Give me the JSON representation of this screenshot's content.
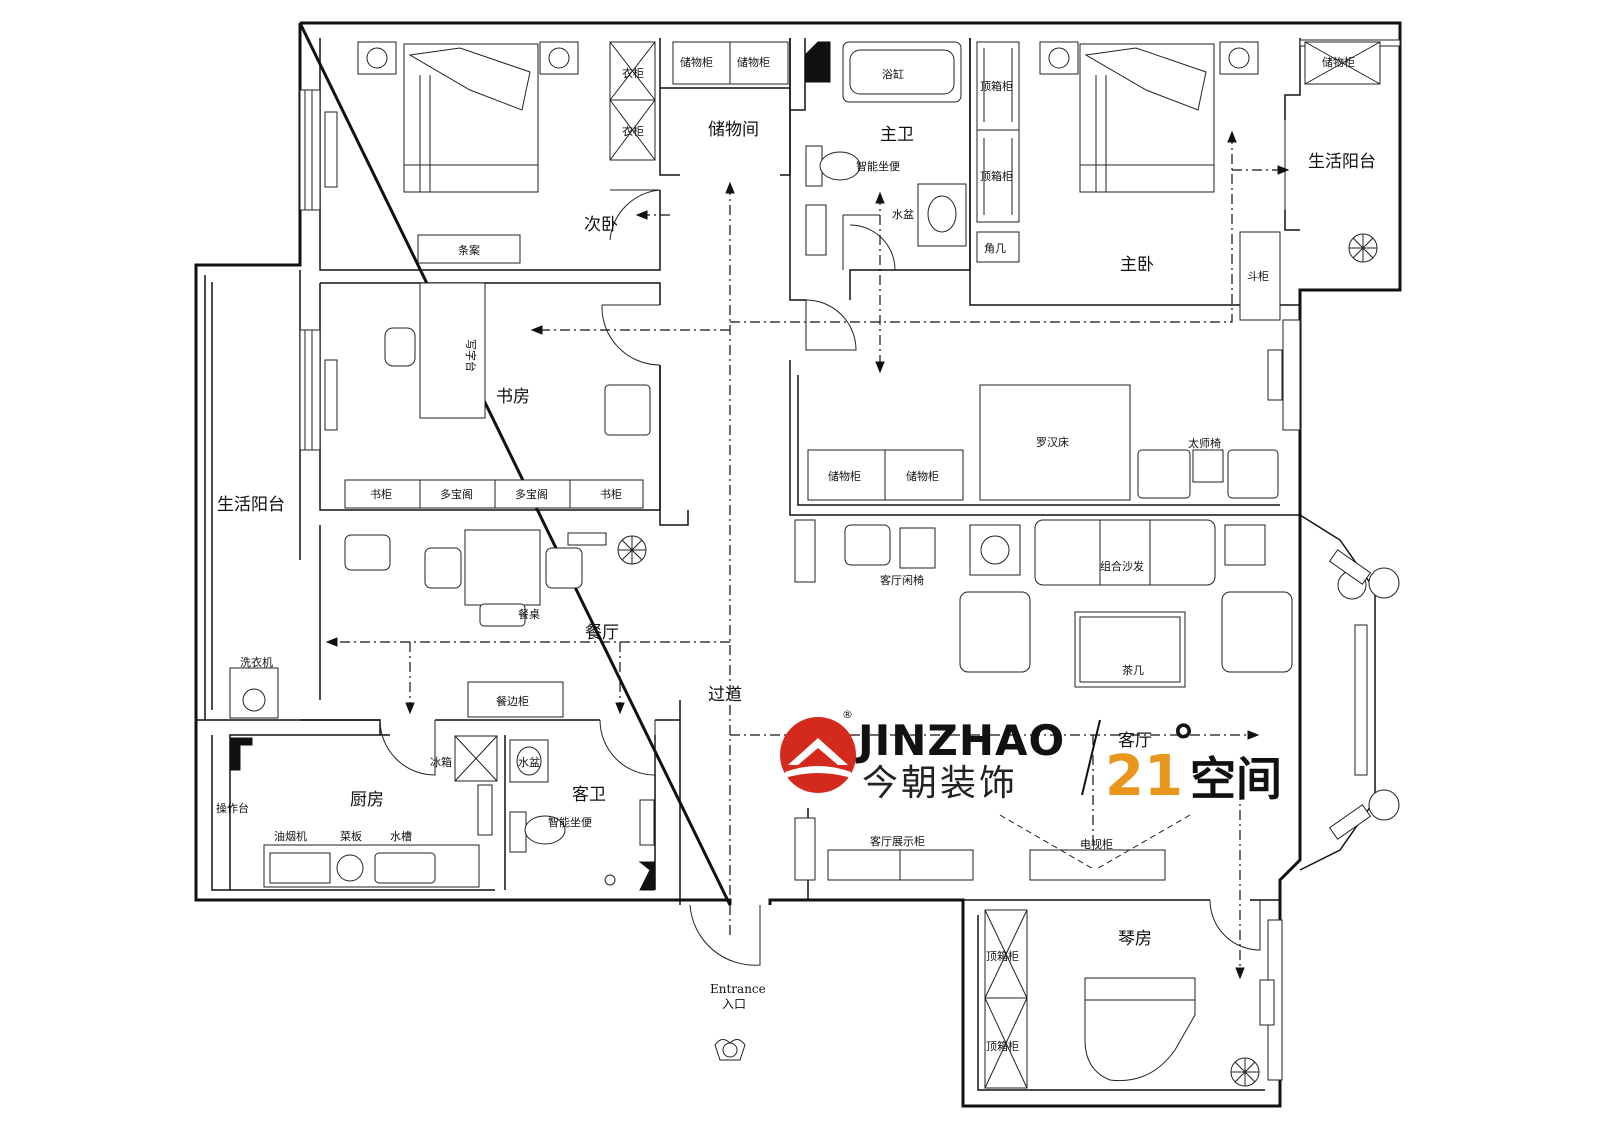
{
  "rooms": {
    "second_bedroom": "次卧",
    "storage_room": "储物间",
    "master_bath": "主卫",
    "master_bedroom": "主卧",
    "living_balcony_right": "生活阳台",
    "study": "书房",
    "living_balcony_left": "生活阳台",
    "dining": "餐厅",
    "corridor": "过道",
    "kitchen": "厨房",
    "guest_bath": "客卫",
    "living_room": "客厅",
    "piano_room": "琴房"
  },
  "furniture": {
    "wardrobe_1": "衣柜",
    "wardrobe_2": "衣柜",
    "console_table": "条案",
    "storage_cab_1": "储物柜",
    "storage_cab_2": "储物柜",
    "bathtub": "浴缸",
    "smart_toilet_master": "智能坐便",
    "basin_master": "水盆",
    "top_cab_1": "顶箱柜",
    "top_cab_2": "顶箱柜",
    "corner_table": "角几",
    "chest": "斗柜",
    "balcony_storage": "储物柜",
    "desk": "写字台",
    "bookcase_1": "书柜",
    "bookcase_2": "多宝阁",
    "bookcase_3": "多宝阁",
    "bookcase_4": "书柜",
    "luohan_bed": "罗汉床",
    "taishi_chair": "太师椅",
    "storage_cab_3": "储物柜",
    "storage_cab_4": "储物柜",
    "dining_table": "餐桌",
    "living_chair": "客厅闲椅",
    "sofa": "组合沙发",
    "coffee_table": "茶几",
    "washer": "洗衣机",
    "sideboard": "餐边柜",
    "counter": "操作台",
    "range_hood": "油烟机",
    "cutting_board": "菜板",
    "sink": "水槽",
    "fridge": "冰箱",
    "basin_guest": "水盆",
    "smart_toilet_guest": "智能坐便",
    "display_cab": "客厅展示柜",
    "tv_cab": "电视柜",
    "top_cab_3": "顶箱柜",
    "top_cab_4": "顶箱柜"
  },
  "entrance": {
    "en": "Entrance",
    "cn": "入口"
  },
  "logo": {
    "brand_en": "JINZHAO",
    "brand_cn": "今朝装饰",
    "reg_mark": "®",
    "partner_num": "21",
    "partner_deg": "°",
    "partner_cn": "空间"
  },
  "colors": {
    "logo_red": "#d42a1e",
    "logo_orange": "#e8961c",
    "ink": "#111111"
  }
}
